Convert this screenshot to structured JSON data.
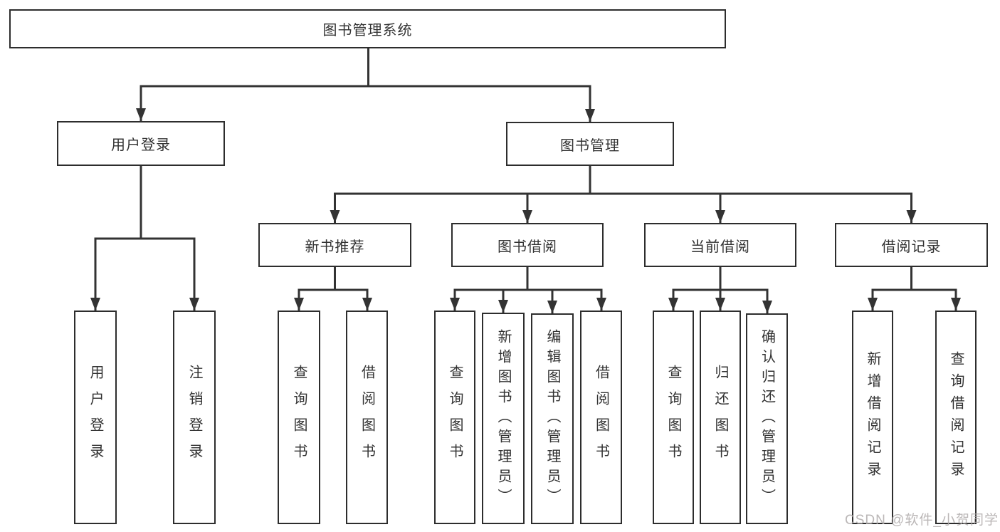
{
  "diagram": {
    "root": {
      "label": "图书管理系统"
    },
    "branches": [
      {
        "label": "用户登录",
        "children": [
          {
            "label": "用户登录"
          },
          {
            "label": "注销登录"
          }
        ]
      },
      {
        "label": "图书管理",
        "children": [
          {
            "label": "新书推荐",
            "children": [
              {
                "label": "查询图书"
              },
              {
                "label": "借阅图书"
              }
            ]
          },
          {
            "label": "图书借阅",
            "children": [
              {
                "label": "查询图书"
              },
              {
                "label": "新增图书（管理员）"
              },
              {
                "label": "编辑图书（管理员）"
              },
              {
                "label": "借阅图书"
              }
            ]
          },
          {
            "label": "当前借阅",
            "children": [
              {
                "label": "查询图书"
              },
              {
                "label": "归还图书"
              },
              {
                "label": "确认归还（管理员）"
              }
            ]
          },
          {
            "label": "借阅记录",
            "children": [
              {
                "label": "新增借阅记录"
              },
              {
                "label": "查询借阅记录"
              }
            ]
          }
        ]
      }
    ]
  },
  "watermark": {
    "label": "CSDN @软件_小贺同学"
  },
  "colors": {
    "line": "#333333",
    "box_border": "#2d2d2d",
    "text": "#333333",
    "background": "#ffffff",
    "watermark": "#afaaaa"
  }
}
